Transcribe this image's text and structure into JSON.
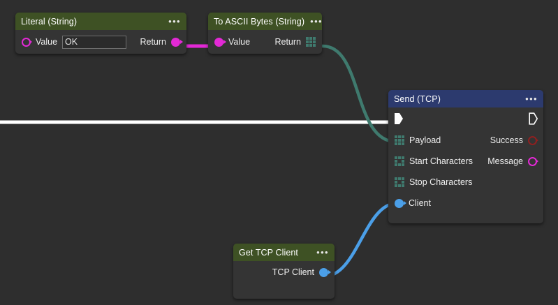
{
  "canvas": {
    "background": "#2e2e2e",
    "name": "node-graph-canvas"
  },
  "colors": {
    "header_green": "#3e5124",
    "header_blue": "#2c3a6e",
    "node_body": "#343434",
    "wire_magenta": "#e329d6",
    "wire_teal": "#3f7a6e",
    "wire_blue": "#4b9fe8",
    "wire_white": "#ffffff",
    "port_magenta": "#e329d6",
    "port_blue": "#4b9fe8",
    "port_red": "#8f2020",
    "port_teal": "#3f7a6e"
  },
  "menu_glyph": "•••",
  "nodes": [
    {
      "id": "literal-string",
      "title": "Literal (String)",
      "header_color": "#3e5124",
      "inputs": [
        {
          "label": "Value",
          "port": "circle-hollow-magenta"
        }
      ],
      "field": {
        "value": "OK",
        "placeholder": ""
      },
      "outputs": [
        {
          "label": "Return",
          "port": "circle-filled-magenta"
        }
      ]
    },
    {
      "id": "to-ascii-bytes-string",
      "title": "To ASCII Bytes (String)",
      "header_color": "#3e5124",
      "inputs": [
        {
          "label": "Value",
          "port": "circle-filled-magenta"
        }
      ],
      "outputs": [
        {
          "label": "Return",
          "port": "grid-filled-teal"
        }
      ]
    },
    {
      "id": "send-tcp",
      "title": "Send (TCP)",
      "header_color": "#2c3a6e",
      "exec_in": "exec-filled",
      "exec_out": "exec-outline",
      "inputs": [
        {
          "label": "Payload",
          "port": "grid-filled-teal"
        },
        {
          "label": "Start Characters",
          "port": "grid-hollow-teal"
        },
        {
          "label": "Stop Characters",
          "port": "grid-hollow-teal"
        },
        {
          "label": "Client",
          "port": "circle-filled-blue"
        }
      ],
      "outputs": [
        {
          "label": "Success",
          "port": "circle-hollow-red"
        },
        {
          "label": "Message",
          "port": "circle-hollow-magenta"
        }
      ]
    },
    {
      "id": "get-tcp-client",
      "title": "Get TCP Client",
      "header_color": "#3e5124",
      "outputs": [
        {
          "label": "TCP Client",
          "port": "circle-filled-blue"
        }
      ]
    }
  ],
  "wires": [
    {
      "name": "wire-literal-return-to-ascii-value",
      "color": "#e329d6",
      "from": "literal.Return",
      "to": "ascii.Value"
    },
    {
      "name": "wire-ascii-return-to-send-payload",
      "color": "#3f7a6e",
      "from": "ascii.Return",
      "to": "send.Payload"
    },
    {
      "name": "wire-exec-into-send",
      "color": "#ffffff",
      "from": "offscreen-left",
      "to": "send.exec-in"
    },
    {
      "name": "wire-gettcp-to-send-client",
      "color": "#4b9fe8",
      "from": "gettcp.TCP Client",
      "to": "send.Client"
    }
  ]
}
